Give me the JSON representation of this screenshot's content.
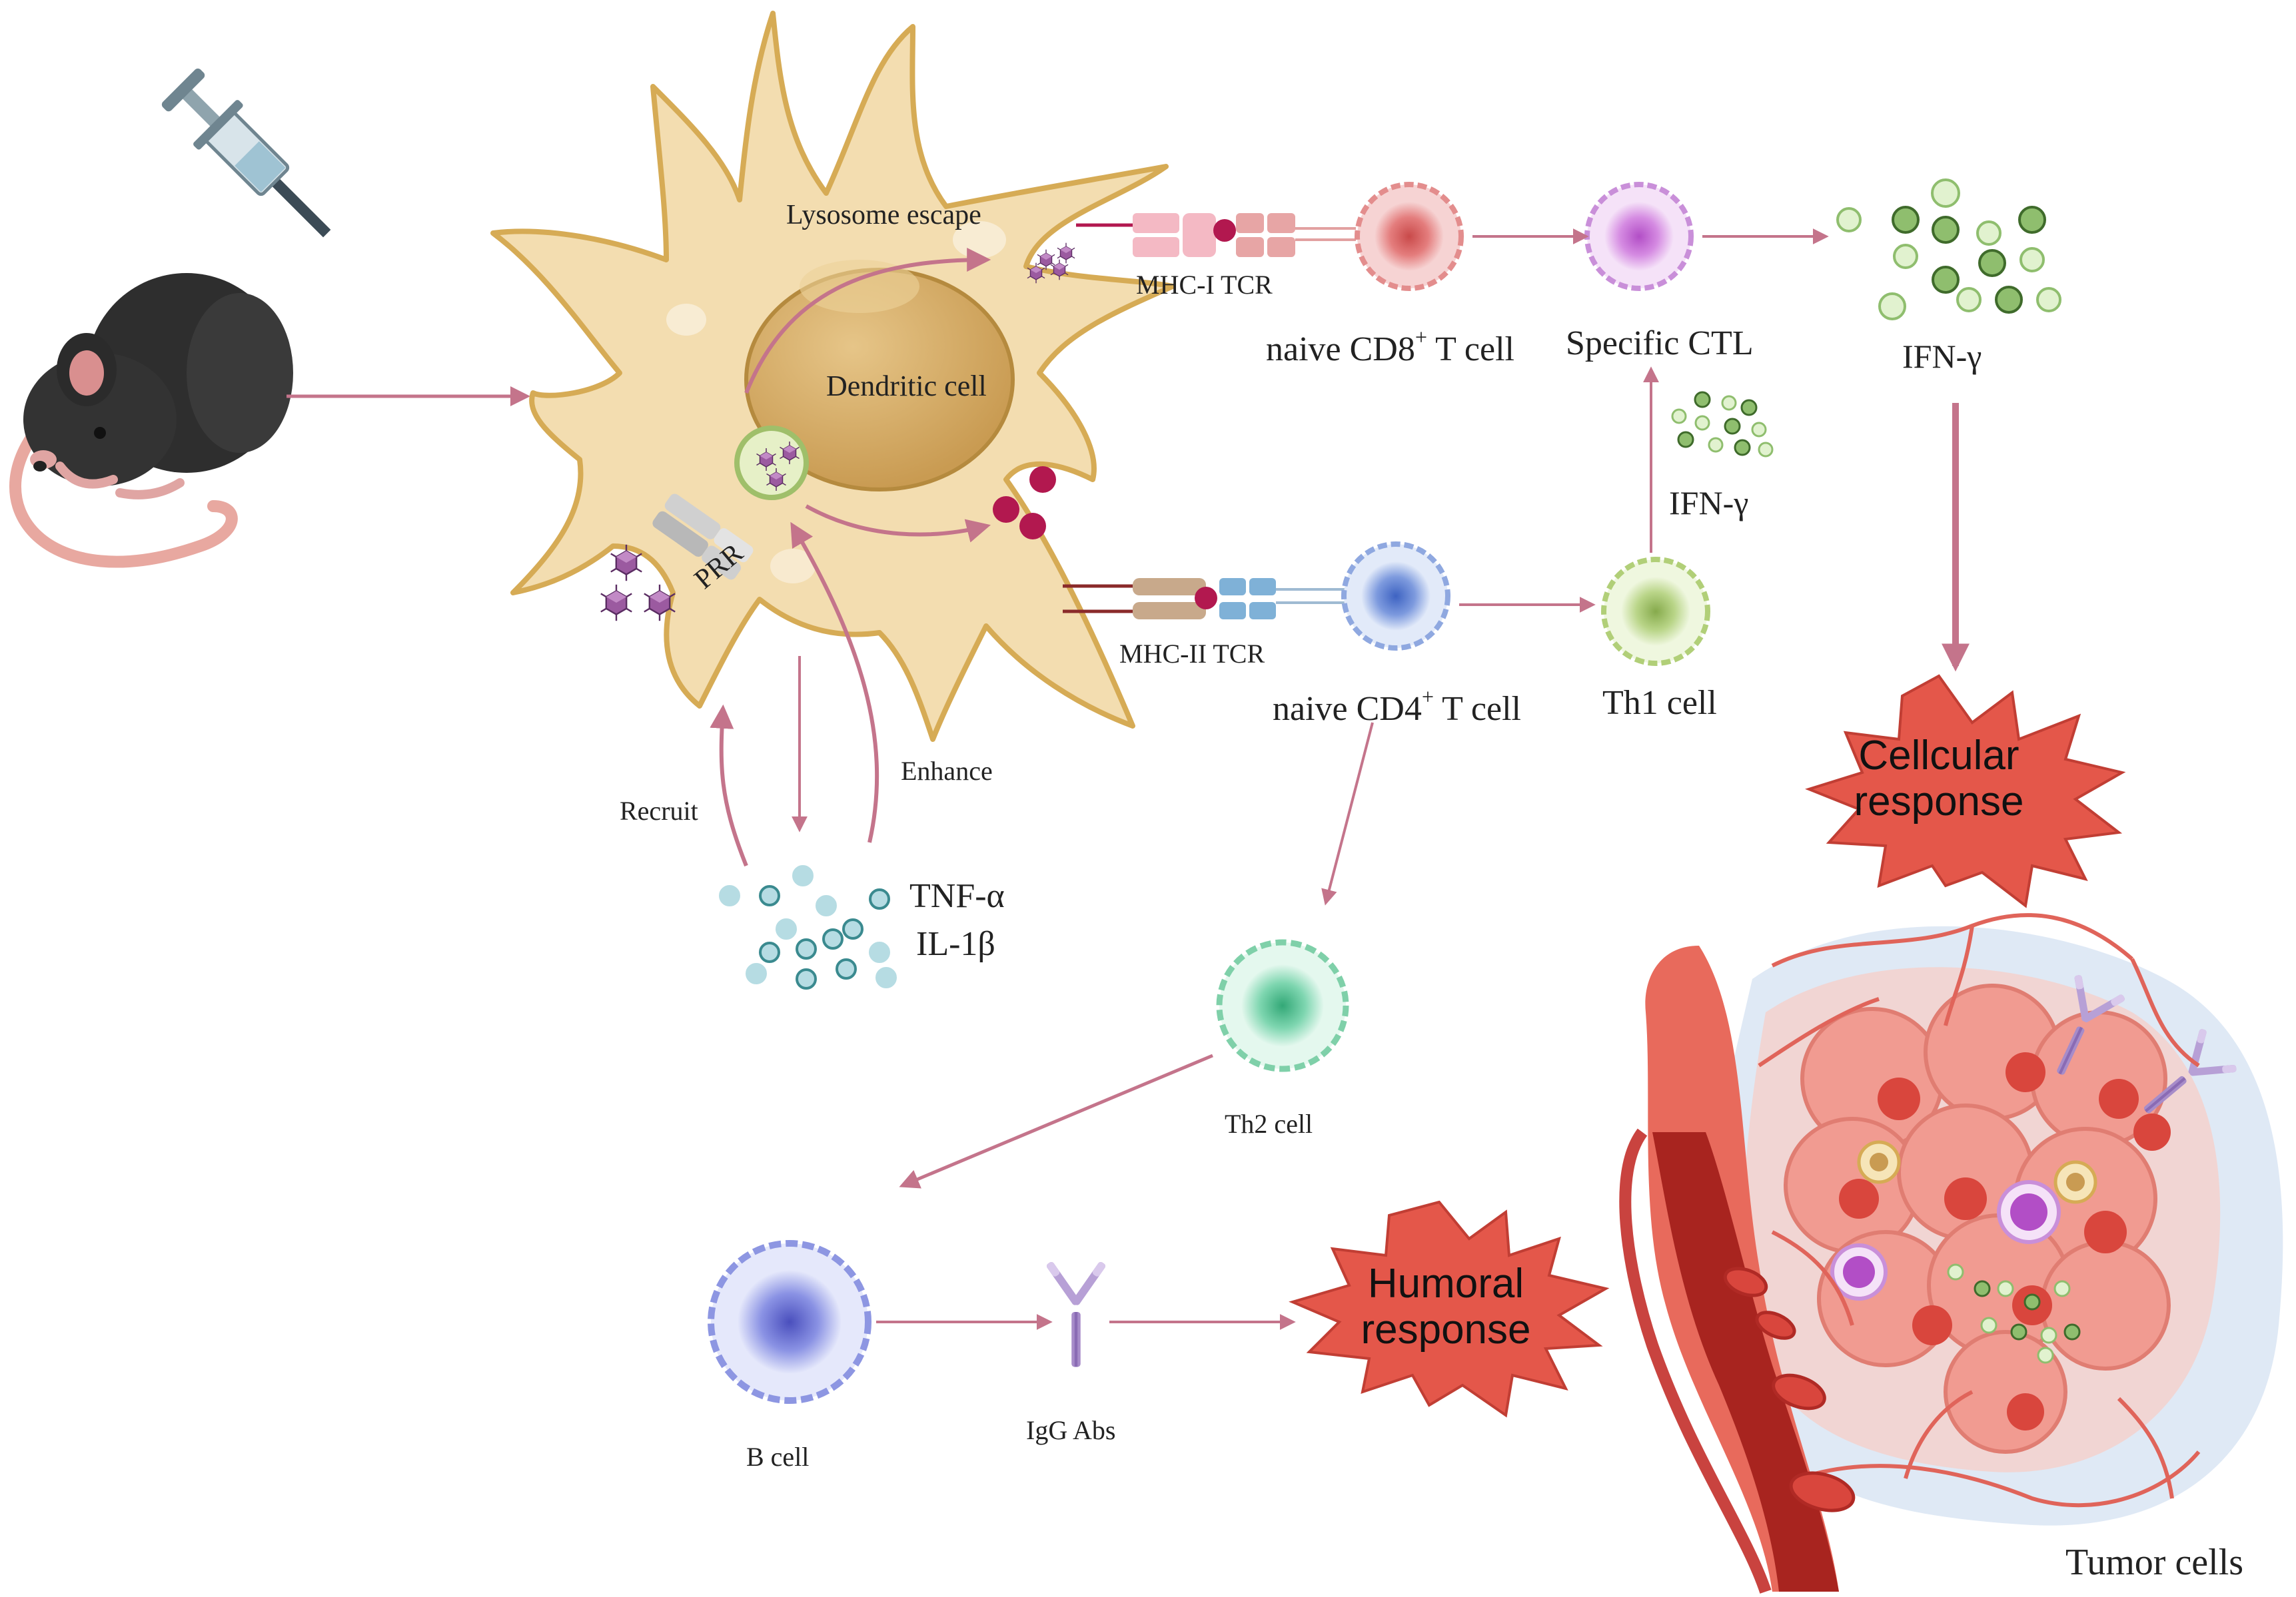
{
  "labels": {
    "lysosome_escape": "Lysosome escape",
    "dendritic_cell": "Dendritic cell",
    "prr": "PRR",
    "mhc1_tcr": "MHC-I TCR",
    "mhc2_tcr": "MHC-II TCR",
    "naive_cd8_prefix": "naive CD8",
    "naive_cd8_sup": "+",
    "naive_cd8_suffix": " T cell",
    "specific_ctl": "Specific CTL",
    "ifn_gamma_top": "IFN-γ",
    "ifn_gamma_mid": "IFN-γ",
    "naive_cd4_prefix": "naive CD4",
    "naive_cd4_sup": "+",
    "naive_cd4_suffix": " T cell",
    "th1_cell": "Th1 cell",
    "recruit": "Recruit",
    "enhance": "Enhance",
    "tnf_alpha": "TNF-α",
    "il_1beta": "IL-1β",
    "th2_cell": "Th2 cell",
    "b_cell": "B cell",
    "igg_abs": "IgG Abs",
    "cellular_line1": "Cellcular",
    "cellular_line2": "response",
    "humoral_line1": "Humoral",
    "humoral_line2": "response",
    "tumor_cells": "Tumor cells"
  },
  "colors": {
    "arrow": "#c4748b",
    "dendritic_body": "#f3ddb0",
    "dendritic_outline": "#d6ab55",
    "nucleus": "#d7b371",
    "burst": "#e4574a",
    "virus": "#8f4a93",
    "cd8_cell": "#f1b6b6",
    "ctl_cell": "#e3b9ee",
    "cd4_cell": "#b9ccf0",
    "th1_cell": "#d2e6a6",
    "th2_cell": "#b4ecd3",
    "b_cell": "#c7cff7",
    "vessel": "#c9433f",
    "tumor": "#f3a69e",
    "ifn_dark": "#8fbe6e",
    "ifn_light": "#e1f2cf",
    "tnf_fill": "#b6dce3",
    "tnf_stroke": "#3a8a8f"
  },
  "icons": [
    "syringe-icon",
    "mouse-icon",
    "virus-icon",
    "antibody-icon",
    "blood-vessel-icon",
    "tumor-mass-icon"
  ]
}
